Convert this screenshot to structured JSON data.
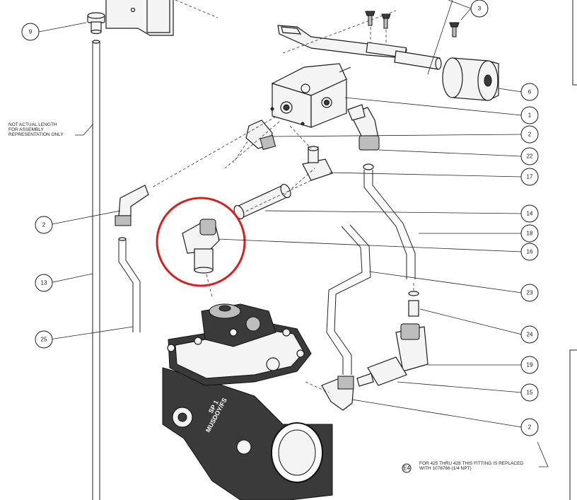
{
  "notes": {
    "length_note": [
      "NOT ACTUAL LENGTH",
      "FOR ASSEMBLY",
      "REPRESENTATION ONLY"
    ],
    "fitting_note": [
      "FOR 425 THRU 428 THIS FITTING IS REPLACED",
      "WITH 1078766 (1/4 NPT)"
    ],
    "fitting_note_tag": "E4"
  },
  "body_marks": {
    "line1": "SP 1",
    "line2": "MUSDOY/FS"
  },
  "callouts": [
    {
      "id": "9",
      "label": "9"
    },
    {
      "id": "3",
      "label": "3"
    },
    {
      "id": "6",
      "label": "6"
    },
    {
      "id": "1",
      "label": "1"
    },
    {
      "id": "2a",
      "label": "2"
    },
    {
      "id": "22",
      "label": "22"
    },
    {
      "id": "17",
      "label": "17"
    },
    {
      "id": "2b",
      "label": "2"
    },
    {
      "id": "14",
      "label": "14"
    },
    {
      "id": "18",
      "label": "18"
    },
    {
      "id": "16",
      "label": "16"
    },
    {
      "id": "13",
      "label": "13"
    },
    {
      "id": "23",
      "label": "23"
    },
    {
      "id": "24",
      "label": "24"
    },
    {
      "id": "25",
      "label": "25"
    },
    {
      "id": "19",
      "label": "19"
    },
    {
      "id": "15",
      "label": "15"
    },
    {
      "id": "2c",
      "label": "2"
    }
  ],
  "highlight": {
    "color": "#d62020",
    "target": "16"
  }
}
